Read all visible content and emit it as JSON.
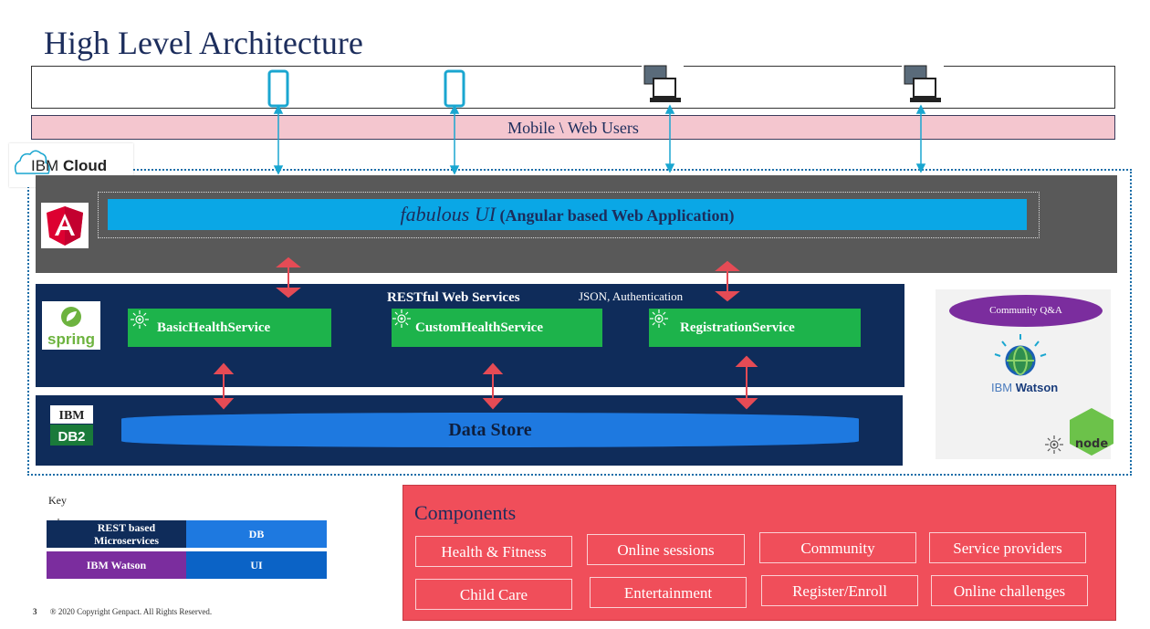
{
  "title": "High Level Architecture",
  "users_bar_label": "Mobile \\ Web Users",
  "cloud": {
    "brand": "IBM",
    "brand_bold": "Cloud"
  },
  "ui_layer": {
    "app_name": "fabulous UI",
    "app_desc": "(Angular based Web Application)"
  },
  "services_layer": {
    "title": "RESTful Web Services",
    "note": "JSON, Authentication",
    "services": [
      "BasicHealthService",
      "CustomHealthService",
      "RegistrationService"
    ]
  },
  "data_layer": {
    "store_label": "Data Store",
    "db_logo_top": "IBM",
    "db_logo_bottom": "DB2"
  },
  "watson_panel": {
    "bubble": "Community Q&A",
    "watson_a": "IBM",
    "watson_b": "Watson",
    "node_logo": "node"
  },
  "key": {
    "title": "Key",
    "items": [
      {
        "label": "REST based Microservices",
        "color": "#0f2c5a"
      },
      {
        "label": "DB",
        "color": "#1e79e0"
      },
      {
        "label": "IBM Watson",
        "color": "#7b2d9e"
      },
      {
        "label": "UI",
        "color": "#0b63c6"
      }
    ]
  },
  "components": {
    "title": "Components",
    "items": [
      "Health & Fitness",
      "Online sessions",
      "Community",
      "Service providers",
      "Child Care",
      "Entertainment",
      "Register/Enroll",
      "Online challenges"
    ]
  },
  "footer": {
    "page": "3",
    "copyright": "® 2020 Copyright Genpact. All Rights Reserved."
  },
  "colors": {
    "accent_teal": "#1aa6d0",
    "arrow_red": "#e54b55",
    "service_green": "#1db34b"
  }
}
